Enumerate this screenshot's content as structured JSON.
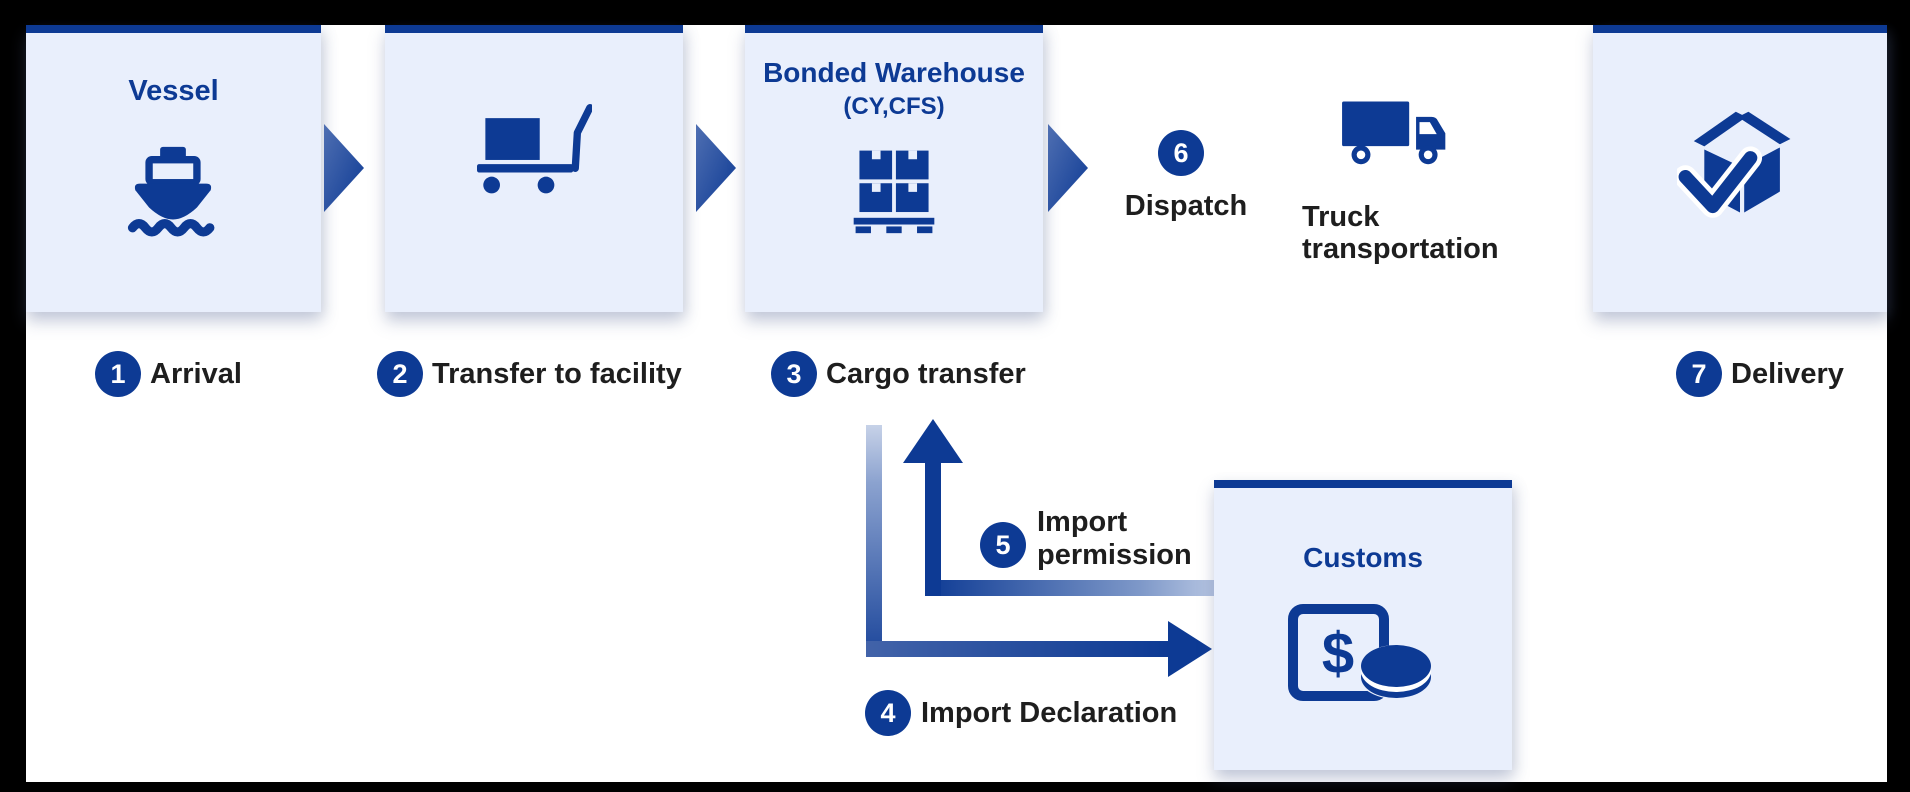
{
  "colors": {
    "navy": "#0d3a94",
    "panel": "#e9effc",
    "text": "#1e1e1e",
    "bg": "#ffffff",
    "frame": "#000000"
  },
  "panels": {
    "vessel": {
      "title": "Vessel"
    },
    "warehouse": {
      "title": "Bonded Warehouse",
      "subtitle": "(CY,CFS)"
    },
    "customs": {
      "title": "Customs"
    }
  },
  "steps": {
    "s1": {
      "num": "1",
      "label": "Arrival"
    },
    "s2": {
      "num": "2",
      "label": "Transfer to facility"
    },
    "s3": {
      "num": "3",
      "label": "Cargo transfer"
    },
    "s4": {
      "num": "4",
      "label": "Import Declaration"
    },
    "s5": {
      "num": "5",
      "line1": "Import",
      "line2": "permission"
    },
    "s6": {
      "num": "6",
      "label": "Dispatch"
    },
    "s7": {
      "num": "7",
      "label": "Delivery"
    }
  },
  "truck_label": {
    "line1": "Truck",
    "line2": "transportation"
  },
  "icons": {
    "vessel": "ship-icon",
    "transfer": "platform-cart-icon",
    "warehouse": "pallet-boxes-icon",
    "dispatch_truck": "truck-icon",
    "delivery": "box-check-icon",
    "customs": "payment-money-icon"
  }
}
